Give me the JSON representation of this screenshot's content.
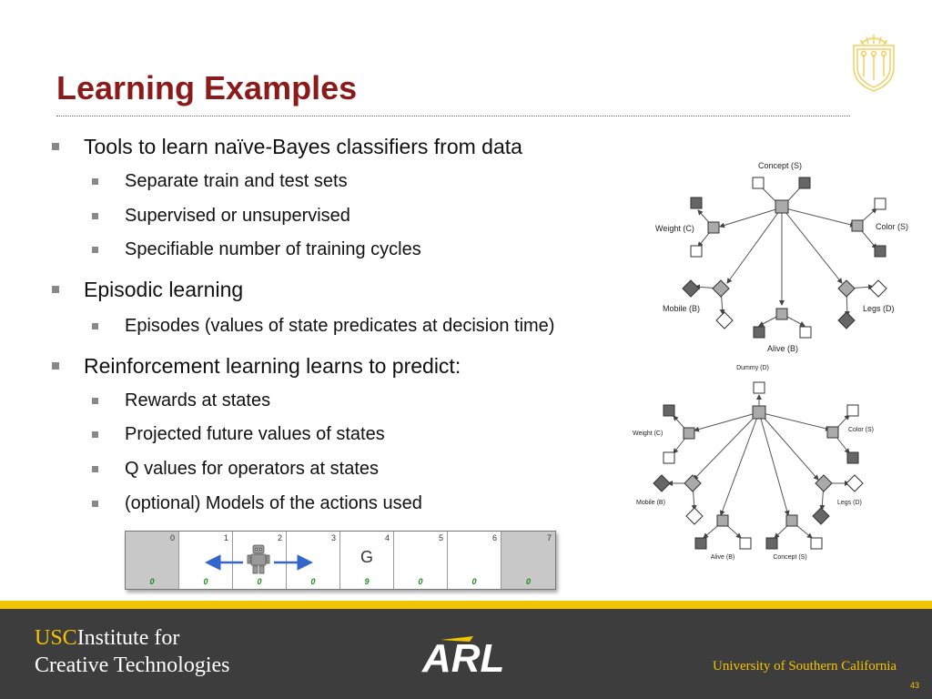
{
  "slide": {
    "title": "Learning Examples",
    "page_number": "43"
  },
  "bullets": [
    {
      "text": "Tools to learn naïve-Bayes classifiers from data",
      "children": [
        "Separate train and test sets",
        "Supervised or unsupervised",
        "Specifiable number of training cycles"
      ]
    },
    {
      "text": "Episodic learning",
      "children": [
        "Episodes (values of state predicates at decision time)"
      ]
    },
    {
      "text": "Reinforcement learning learns to predict:",
      "children": [
        "Rewards at states",
        "Projected future values of states",
        "Q values for operators at states",
        "(optional) Models of the actions used"
      ]
    }
  ],
  "diagram_top": {
    "labels": {
      "concept": "Concept (S)",
      "weight": "Weight (C)",
      "color": "Color (S)",
      "mobile": "Mobile (B)",
      "legs": "Legs (D)",
      "alive": "Alive (B)"
    }
  },
  "diagram_bottom": {
    "labels": {
      "dummy": "Dummy (D)",
      "weight": "Weight (C)",
      "color": "Color (S)",
      "mobile": "Mobile (B)",
      "legs": "Legs (D)",
      "alive": "Alive (B)",
      "concept": "Concept (S)"
    }
  },
  "grid": {
    "cells": [
      {
        "index": "0",
        "value": "0",
        "wall": true,
        "goal": ""
      },
      {
        "index": "1",
        "value": "0",
        "wall": false,
        "goal": ""
      },
      {
        "index": "2",
        "value": "0",
        "wall": false,
        "goal": ""
      },
      {
        "index": "3",
        "value": "0",
        "wall": false,
        "goal": ""
      },
      {
        "index": "4",
        "value": "9",
        "wall": false,
        "goal": "G"
      },
      {
        "index": "5",
        "value": "0",
        "wall": false,
        "goal": ""
      },
      {
        "index": "6",
        "value": "0",
        "wall": false,
        "goal": ""
      },
      {
        "index": "7",
        "value": "0",
        "wall": true,
        "goal": ""
      }
    ],
    "agent_cell": 2,
    "arrow_color": "#3366cc",
    "value_color": "#1a8a1a"
  },
  "footer": {
    "ict_usc": "USC",
    "ict_line1": "Institute for",
    "ict_line2": "Creative Technologies",
    "arl": "ARL",
    "university": "University of Southern California",
    "band_color": "#f2c500",
    "background": "#3d3d3d"
  },
  "colors": {
    "title": "#8b1a1a",
    "bullet_square": "#888888",
    "node_dark": "#666666",
    "node_mid": "#aaaaaa",
    "node_light": "#ffffff"
  },
  "icons": {
    "seal": "usc-seal-icon",
    "agent": "robot-icon"
  }
}
